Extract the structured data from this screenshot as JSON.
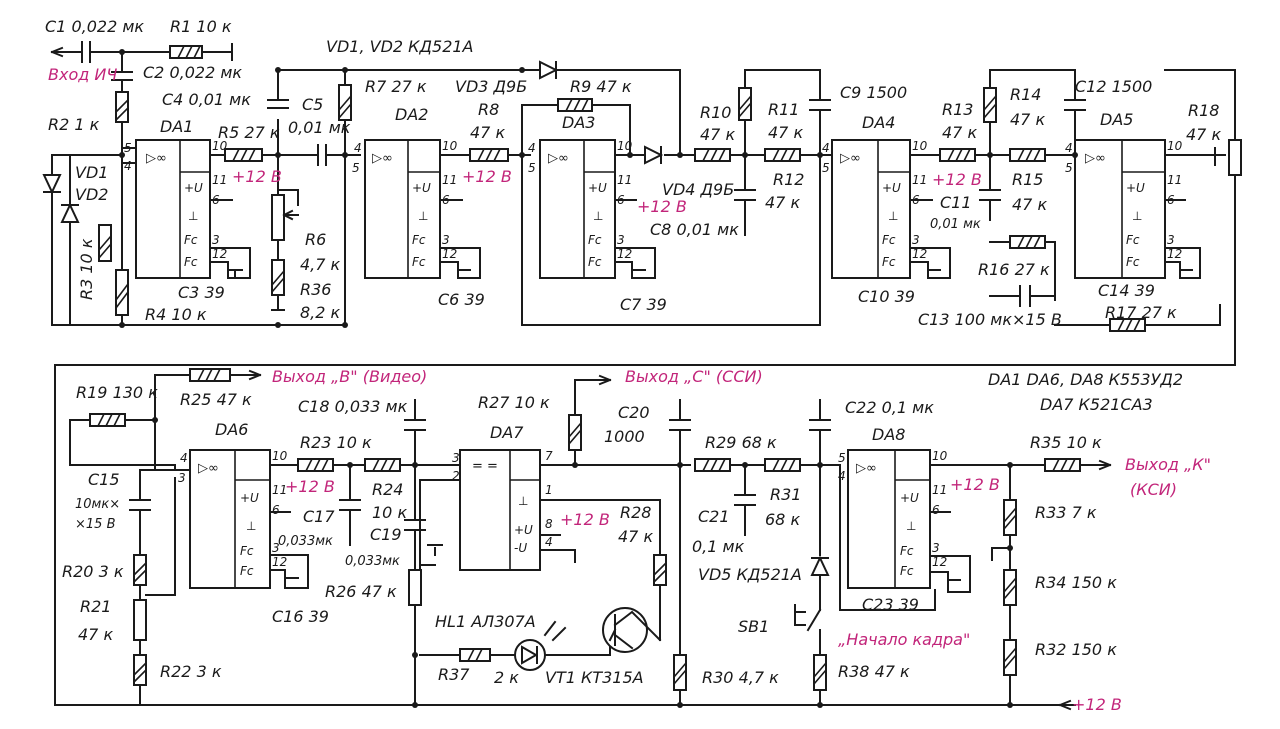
{
  "colors": {
    "ink": "#1a1a1a",
    "accent": "#c2257a",
    "paper": "#ffffff"
  },
  "labels": {
    "c1": "C1  0,022 мк",
    "r1": "R1  10 к",
    "input": "Вход ИЧ",
    "c2": "C2  0,022 мк",
    "c4": "C4  0,01 мк",
    "r2": "R2  1 к",
    "da1": "DA1",
    "r5": "R5  27 к",
    "vd_hdr": "VD1, VD2  КД521А",
    "c5": "C5",
    "c5v": "0,01 мк",
    "r7": "R7  27 к",
    "da2": "DA2",
    "vd3": "VD3  Д9Б",
    "r9": "R9  47 к",
    "da3": "DA3",
    "r8": "R8",
    "r8v": "47 к",
    "r10": "R10",
    "r10v": "47 к",
    "r11": "R11",
    "r11v": "47 к",
    "c9": "C9  1500",
    "da4": "DA4",
    "r13": "R13",
    "r13v": "47 к",
    "r14": "R14",
    "r14v": "47 к",
    "c12": "C12  1500",
    "da5": "DA5",
    "r18": "R18",
    "r18v": "47 к",
    "vd1": "VD1",
    "vd2": "VD2",
    "r3": "R3  10 к",
    "r4": "R4  10 к",
    "c3": "C3  39",
    "r6": "R6",
    "r6v": "4,7 к",
    "r36": "R36",
    "r36v": "8,2 к",
    "c6": "C6  39",
    "vd4": "VD4  Д9Б",
    "c8": "C8  0,01 мк",
    "c7": "C7  39",
    "r12": "R12",
    "r12v": "47 к",
    "c10": "C10  39",
    "c11": "C11",
    "c11v": "0,01 мк",
    "r15": "R15",
    "r15v": "47 к",
    "r16": "R16  27 к",
    "c13": "C13  100 мк×15 В",
    "c14": "C14  39",
    "r17": "R17  27 к",
    "plus12": "+12 В",
    "r19": "R19  130 к",
    "r25": "R25  47 к",
    "out_b": "Выход „В\" (Видео)",
    "out_c": "Выход „С\" (ССИ)",
    "ic_list1": "DA1  DA6, DA8  К553УД2",
    "ic_list2": "DA7  К521СА3",
    "c18": "C18  0,033 мк",
    "r27": "R27  10 к",
    "c20": "C20",
    "c20v": "1000",
    "c22": "C22  0,1 мк",
    "da6": "DA6",
    "da7": "DA7",
    "da8": "DA8",
    "r23": "R23  10 к",
    "r24": "R24",
    "r24v": "10 к",
    "r29": "R29  68 к",
    "r35": "R35  10 к",
    "out_k": "Выход „К\"",
    "out_k2": "(КСИ)",
    "c15": "C15",
    "c15v": "10мк×",
    "c15v2": "×15 В",
    "c17": "C17",
    "c17v": "0,033мк",
    "c19": "C19",
    "c19v": "0,033мк",
    "r28": "R28",
    "r28v": "47 к",
    "r31": "R31",
    "r31v": "68 к",
    "r33": "R33  7 к",
    "r20": "R20  3 к",
    "r21": "R21",
    "r21v": "47 к",
    "c16": "C16  39",
    "r26": "R26  47 к",
    "c21": "C21",
    "c21v": "0,1 мк",
    "vd5": "VD5  КД521А",
    "c23": "C23  39",
    "r34": "R34  150 к",
    "hl1": "HL1  АЛ307А",
    "sb1": "SB1",
    "start_frame": "„Начало кадра\"",
    "r32": "R32  150 к",
    "r22": "R22  3 к",
    "r37": "R37",
    "r37v": "2 к",
    "vt1": "VT1  КТ315А",
    "r30": "R30  4,7 к",
    "r38": "R38  47 к",
    "bus": "+12 В"
  },
  "pins": {
    "p1": "1",
    "p2": "2",
    "p3": "3",
    "p4": "4",
    "p5": "5",
    "p6": "6",
    "p7": "7",
    "p8": "8",
    "p10": "10",
    "p11": "11",
    "p12": "12",
    "plusU": "+U",
    "minusU": "-U",
    "gnd": "⊥",
    "fc": "Fc",
    "amp": "▷∞",
    "cmp": "= ="
  }
}
